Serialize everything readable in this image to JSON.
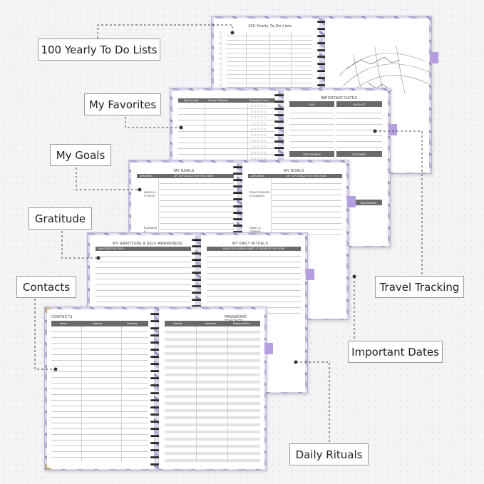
{
  "callouts": [
    {
      "id": "todo",
      "label": "100 Yearly To Do Lists"
    },
    {
      "id": "favorites",
      "label": "My Favorites"
    },
    {
      "id": "goals",
      "label": "My Goals"
    },
    {
      "id": "gratitude",
      "label": "Gratitude"
    },
    {
      "id": "contacts",
      "label": "Contacts"
    },
    {
      "id": "travel",
      "label": "Travel Tracking"
    },
    {
      "id": "dates",
      "label": "Important Dates"
    },
    {
      "id": "rituals",
      "label": "Daily Rituals"
    }
  ],
  "todo_page": {
    "title": "100 Yearly To-Do Lists"
  },
  "favorites_page": {
    "columns": [
      "My Favorites",
      "Honest Reflection",
      "Evaluation Level"
    ],
    "star_row": "☆☆☆☆☆"
  },
  "dates_page": {
    "title": "IMPORTANT DATES",
    "months": [
      "JULY",
      "AUGUST",
      "SEPTEMBER",
      "OCTOBER",
      "DECEMBER"
    ]
  },
  "goals_page": {
    "left_title": "MY GOALS",
    "right_title": "MY GOALS",
    "columns": [
      "LIFE AREA",
      "MY TOP GOALS FOR THIS YEAR"
    ],
    "left_areas": [
      "HEALTH & FITNESS",
      "BUSINESS & CAREER"
    ],
    "right_areas": [
      "RELATIONSHIPS & ROMANCE",
      "FAMILY & FRIENDS"
    ]
  },
  "gratitude_page": {
    "title": "MY GRATITUDE & SELF-AWARENESS",
    "prompt": "I AM GRATEFUL FOR...",
    "rituals_title": "MY DAILY RITUALS",
    "rituals_header": "SKILLS TO LEARN & HABITS TO DEVELOP THIS YEAR"
  },
  "contacts_page": {
    "title": "CONTACTS",
    "columns": [
      "Name",
      "Address",
      "Numbers"
    ],
    "password_title": "PASSWORD TRACKER",
    "password_columns": [
      "Website",
      "Username",
      "Password/Hint"
    ]
  },
  "colors": {
    "header_gray": "#6a6a6a",
    "tab_purple": "#b59ee0",
    "marble": "#c8c3dc",
    "gold_corner": "#c9a55a"
  }
}
